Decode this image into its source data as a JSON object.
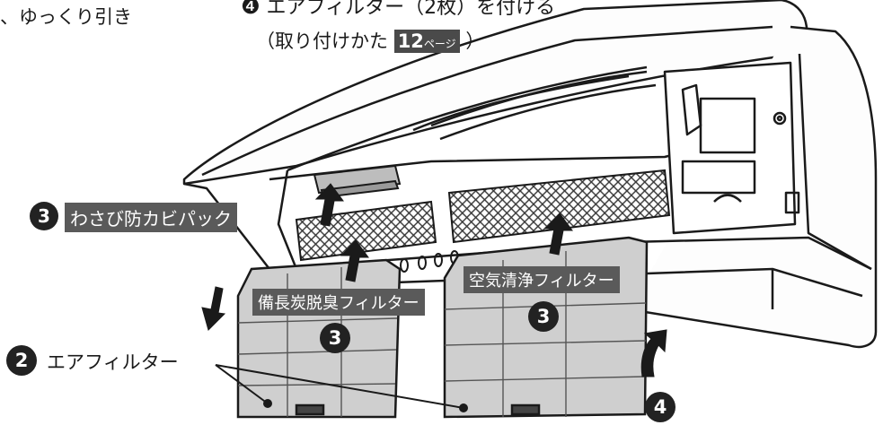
{
  "top_left_text": "、ゆっくり引き",
  "top_heading": "エアフィルター（2枚）を付ける",
  "top_heading_step": "❹",
  "subheading_prefix": "（取り付けかた",
  "subheading_page_num": "12",
  "subheading_page_suffix": "ページ",
  "subheading_close": "）",
  "labels": {
    "wasabi": "わさび防カビパック",
    "bincho": "備長炭脱臭フィルター",
    "kuuki": "空気清浄フィルター",
    "air_filter": "エアフィルター"
  },
  "step_numbers": {
    "two": "2",
    "three": "3",
    "four": "4"
  },
  "colors": {
    "label_bg": "#5a5a5a",
    "badge_bg": "#222222",
    "line": "#1a1a1a",
    "mesh": "#555555",
    "filter_fill": "#cfcfcf"
  }
}
